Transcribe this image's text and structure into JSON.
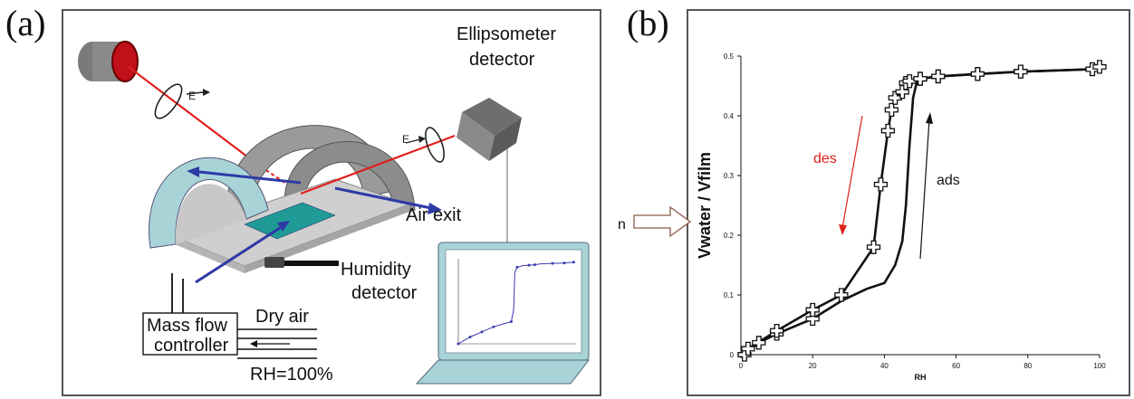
{
  "panel_a": {
    "letter": "(a)",
    "labels": {
      "ellipsometer_line1": "Ellipsometer",
      "ellipsometer_line2": "detector",
      "e_field_1": "E",
      "e_field_2": "E",
      "air_exit": "Air exit",
      "humidity_line1": "Humidity",
      "humidity_line2": "detector",
      "mass_flow_line1": "Mass flow",
      "mass_flow_line2": "controller",
      "dry_air": "Dry air",
      "rh_100": "RH=100%"
    },
    "colors": {
      "laser": "#e0201c",
      "airflow": "#2e3aa6",
      "support": "#a8d4d8",
      "sample": "#1f9a96"
    },
    "inset_chart": {
      "x": [
        0,
        5,
        10,
        20,
        30,
        40,
        45,
        47,
        48,
        50,
        55,
        60,
        65,
        70,
        80,
        90,
        98
      ],
      "y": [
        0.0,
        0.02,
        0.04,
        0.07,
        0.1,
        0.12,
        0.13,
        0.2,
        0.42,
        0.45,
        0.46,
        0.462,
        0.465,
        0.47,
        0.473,
        0.475,
        0.48
      ],
      "point_indices": [
        0,
        2,
        3,
        4,
        6,
        9,
        11,
        12,
        14,
        15,
        16
      ]
    }
  },
  "panel_b": {
    "letter": "(b)",
    "n_label": "n",
    "des_label": "des",
    "ads_label": "ads",
    "colors": {
      "des": "#e0201c",
      "ads": "#111111",
      "n_arrow": "#8b5a4a"
    }
  },
  "chart_data": {
    "type": "line",
    "xlabel": "RH",
    "ylabel": "Vwater / Vfilm",
    "xlim": [
      0,
      100
    ],
    "ylim": [
      0,
      0.5
    ],
    "x_ticks": [
      0,
      20,
      40,
      60,
      80,
      100
    ],
    "y_ticks": [
      0,
      0.1,
      0.2,
      0.3,
      0.4,
      0.5
    ],
    "grid": false,
    "series": [
      {
        "name": "ads",
        "marker": "cross",
        "x": [
          1,
          5,
          10,
          20,
          28,
          35,
          40,
          43,
          45,
          46,
          47,
          48,
          49,
          50,
          55,
          66,
          78,
          98
        ],
        "y": [
          0.0,
          0.02,
          0.035,
          0.06,
          0.09,
          0.11,
          0.12,
          0.15,
          0.19,
          0.25,
          0.35,
          0.43,
          0.455,
          0.462,
          0.466,
          0.47,
          0.474,
          0.478
        ]
      },
      {
        "name": "des",
        "marker": "cross",
        "x": [
          2,
          10,
          20,
          28,
          37,
          39,
          41,
          42,
          43,
          45,
          46,
          47,
          50,
          55,
          66,
          78,
          98,
          100
        ],
        "y": [
          0.01,
          0.04,
          0.075,
          0.1,
          0.18,
          0.285,
          0.375,
          0.41,
          0.43,
          0.44,
          0.455,
          0.458,
          0.462,
          0.466,
          0.47,
          0.474,
          0.478,
          0.482
        ],
        "point_indices": [
          0,
          1,
          2,
          3,
          4,
          5,
          6,
          7,
          8,
          9,
          10,
          11,
          12,
          13,
          14,
          15,
          16,
          17
        ]
      }
    ]
  }
}
